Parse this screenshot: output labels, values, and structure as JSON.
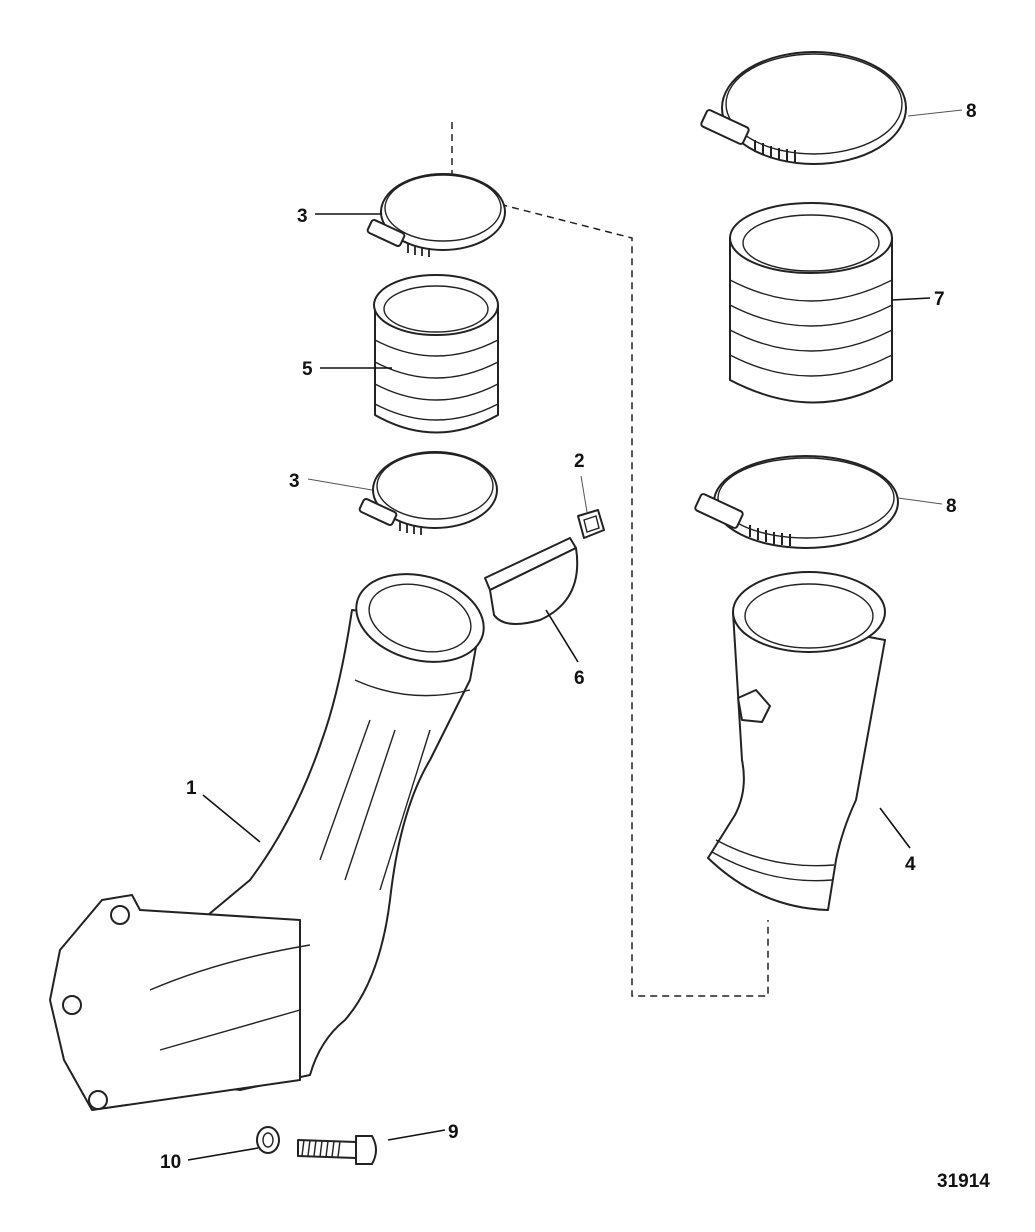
{
  "callouts": {
    "c1": "1",
    "c2": "2",
    "c3a": "3",
    "c3b": "3",
    "c4": "4",
    "c5": "5",
    "c6": "6",
    "c7": "7",
    "c8a": "8",
    "c8b": "8",
    "c9": "9",
    "c10": "10"
  },
  "figure_number": "31914",
  "colors": {
    "line": "#222222",
    "background": "#ffffff"
  }
}
